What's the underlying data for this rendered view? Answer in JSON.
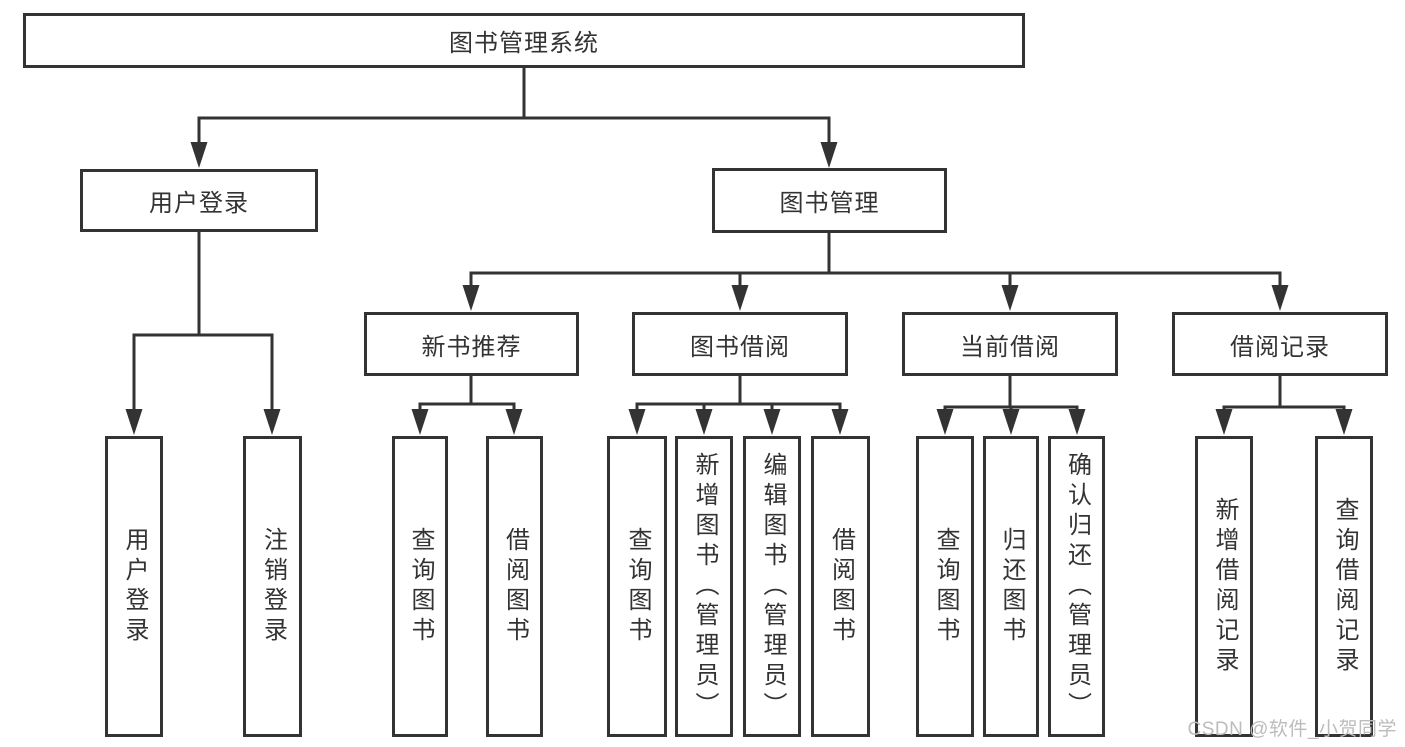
{
  "diagram": {
    "root": {
      "label": "图书管理系统"
    },
    "branches": [
      {
        "label": "用户登录",
        "children": [
          {
            "label": "用户登录"
          },
          {
            "label": "注销登录"
          }
        ]
      },
      {
        "label": "图书管理",
        "children": [
          {
            "label": "新书推荐",
            "children": [
              {
                "label": "查询图书"
              },
              {
                "label": "借阅图书"
              }
            ]
          },
          {
            "label": "图书借阅",
            "children": [
              {
                "label": "查询图书"
              },
              {
                "label": "新增图书（管理员）"
              },
              {
                "label": "编辑图书（管理员）"
              },
              {
                "label": "借阅图书"
              }
            ]
          },
          {
            "label": "当前借阅",
            "children": [
              {
                "label": "查询图书"
              },
              {
                "label": "归还图书"
              },
              {
                "label": "确认归还（管理员）"
              }
            ]
          },
          {
            "label": "借阅记录",
            "children": [
              {
                "label": "新增借阅记录"
              },
              {
                "label": "查询借阅记录"
              }
            ]
          }
        ]
      }
    ]
  },
  "watermark": {
    "text": "CSDN @软件_小贺同学"
  },
  "colors": {
    "line": "#333333",
    "text": "#333333",
    "box_background": "#ffffff",
    "watermark": "#bcbcbc",
    "page_background": "#ffffff"
  }
}
